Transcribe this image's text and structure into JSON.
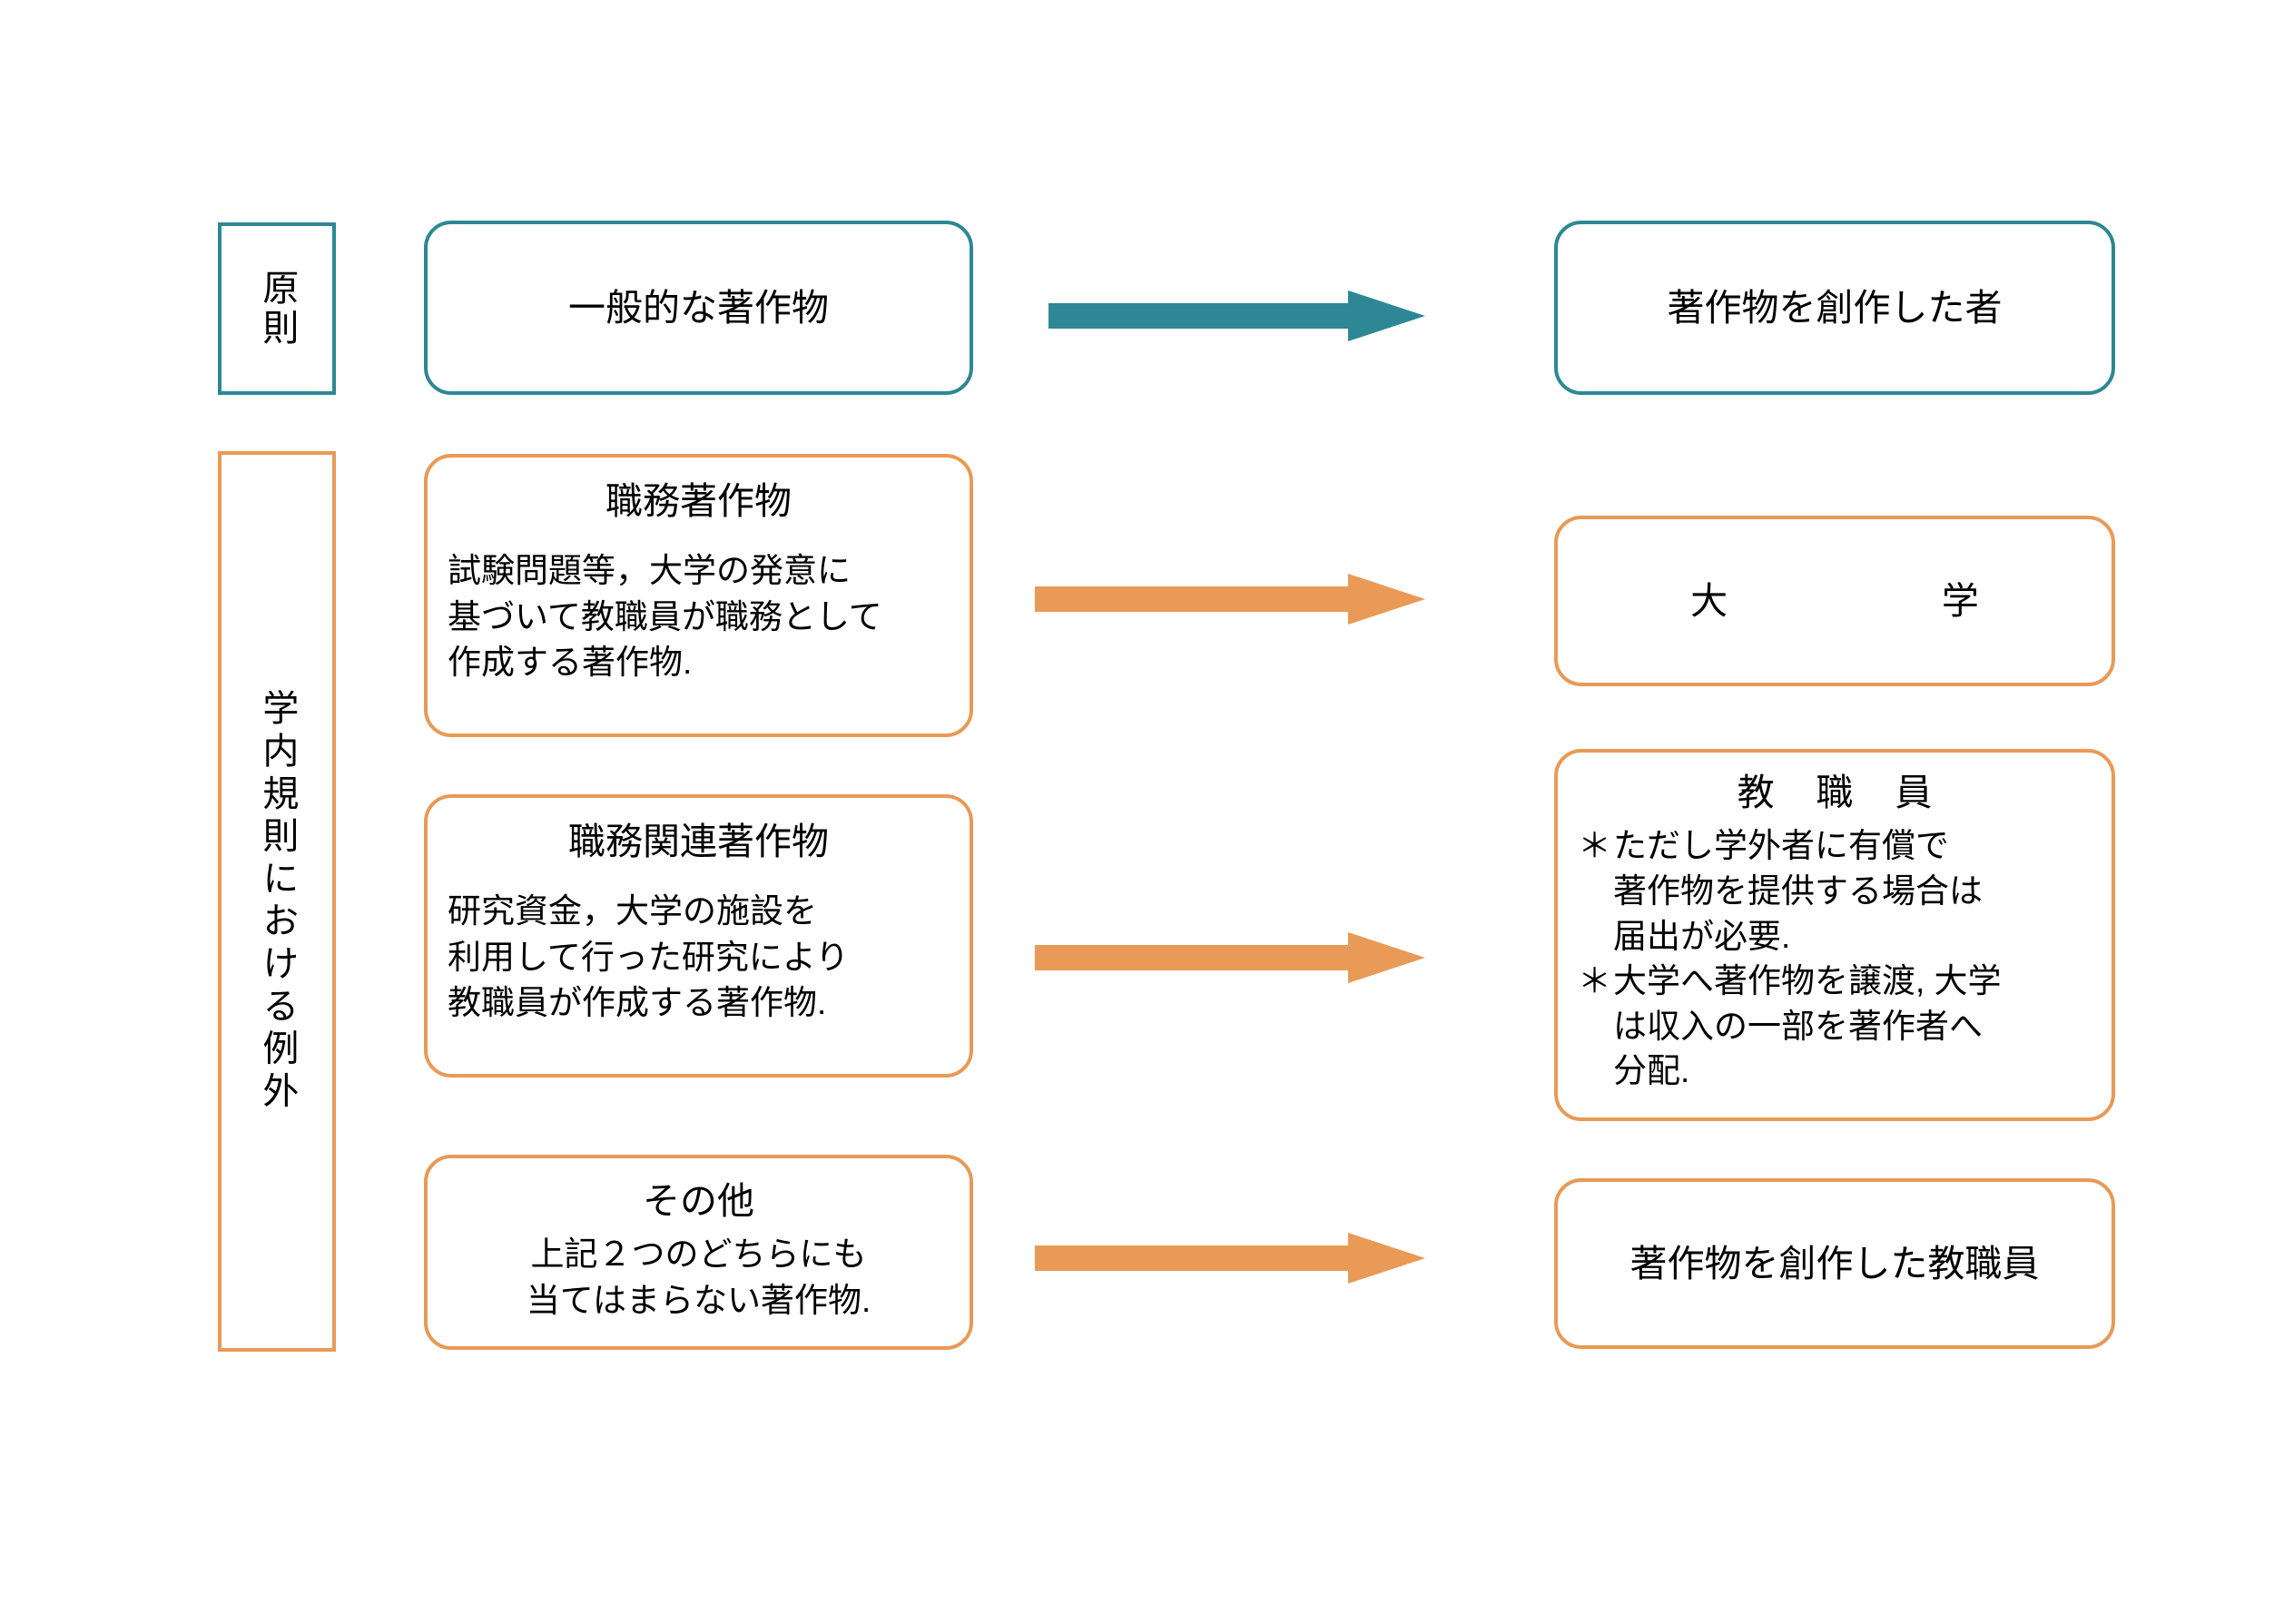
{
  "diagram": {
    "title_hidden": "",
    "colors": {
      "teal": "#2E8794",
      "orange": "#E89A56",
      "text": "#000000",
      "background": "#FFFFFF"
    },
    "categories": [
      {
        "id": "principle",
        "label": "原則",
        "color": "teal"
      },
      {
        "id": "exception",
        "label": "学内規則における例外",
        "color": "orange"
      }
    ],
    "rows": [
      {
        "id": "general-work",
        "color": "teal",
        "left": {
          "title": "一般的な著作物",
          "body": ""
        },
        "arrow": "arrow-right",
        "right": {
          "title": "著作物を創作した者",
          "body": ""
        }
      },
      {
        "id": "work-made-for-hire",
        "color": "orange",
        "left": {
          "title": "職務著作物",
          "body": "試験問題等，大学の発意に\n基づいて教職員が職務として\n作成する著作物."
        },
        "arrow": "arrow-right",
        "right": {
          "title": "大　　学",
          "body": ""
        }
      },
      {
        "id": "work-related-to-duty",
        "color": "orange",
        "left": {
          "title": "職務関連著作物",
          "body": "研究資金，大学の施設を\n利用して行った研究により\n教職員が作成する著作物."
        },
        "arrow": "arrow-right",
        "right": {
          "title": "教 職 員",
          "notes": [
            {
              "marker": "＊",
              "text": "ただし学外者に有償で\n著作物を提供する場合は\n届出が必要."
            },
            {
              "marker": "＊",
              "text": "大学へ著作物を譲渡, 大学\nは収入の一部を著作者へ\n分配."
            }
          ]
        }
      },
      {
        "id": "other",
        "color": "orange",
        "left": {
          "title": "その他",
          "body": "上記２つのどちらにも\n当てはまらない著作物."
        },
        "arrow": "arrow-right",
        "right": {
          "title": "著作物を創作した教職員",
          "body": ""
        }
      }
    ]
  }
}
